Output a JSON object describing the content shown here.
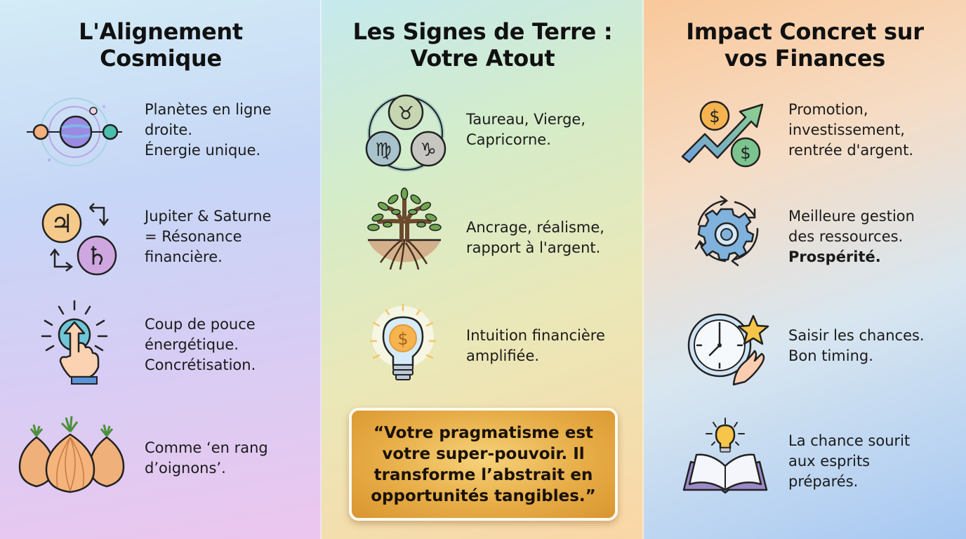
{
  "columns": [
    {
      "id": "alignement",
      "title_lines": [
        "L'Alignement",
        "Cosmique"
      ],
      "background_colors": [
        "#d3ecf6",
        "#c6d6f6",
        "#d7cdf4",
        "#ecc6ee"
      ],
      "items": [
        {
          "icon": "planets-aligned-icon",
          "lines": [
            "Planètes en ligne",
            "droite.",
            "Énergie unique."
          ]
        },
        {
          "icon": "jupiter-saturn-icon",
          "lines": [
            "Jupiter & Saturne",
            "= Résonance",
            "financière."
          ]
        },
        {
          "icon": "finger-press-icon",
          "lines": [
            "Coup de pouce",
            "énergétique.",
            "Concrétisation."
          ]
        },
        {
          "icon": "onions-icon",
          "lines": [
            "Comme ‘en rang",
            "d’oignons’."
          ]
        }
      ]
    },
    {
      "id": "signes-terre",
      "title_lines": [
        "Les Signes de Terre :",
        "Votre Atout"
      ],
      "background_colors": [
        "#c5e9ee",
        "#d4ecc9",
        "#eae8b8",
        "#fbd6a6"
      ],
      "items": [
        {
          "icon": "earth-signs-icon",
          "glyphs": [
            "♉",
            "♍",
            "♑"
          ],
          "lines": [
            "Taureau, Vierge,",
            "Capricorne."
          ]
        },
        {
          "icon": "tree-roots-icon",
          "lines": [
            "Ancrage, réalisme,",
            "rapport à l'argent."
          ]
        },
        {
          "icon": "money-lightbulb-icon",
          "lines": [
            "Intuition financière",
            "amplifiée."
          ]
        }
      ],
      "quote": {
        "lines": [
          "“Votre pragmatisme est",
          "votre super-pouvoir. Il",
          "transforme l’abstrait en",
          "opportunités tangibles.”"
        ],
        "color": "#e7ad47"
      }
    },
    {
      "id": "impact",
      "title_lines": [
        "Impact Concret sur",
        "vos Finances"
      ],
      "background_colors": [
        "#f9c89a",
        "#f6dcc4",
        "#d8e6f0",
        "#a7c8f2"
      ],
      "items": [
        {
          "icon": "money-growth-arrow-icon",
          "lines": [
            "Promotion,",
            "investissement,",
            "rentrée d'argent."
          ]
        },
        {
          "icon": "gear-cycle-icon",
          "lines": [
            "Meilleure gestion",
            "des ressources."
          ],
          "bold_line": "Prospérité."
        },
        {
          "icon": "clock-star-icon",
          "lines": [
            "Saisir les chances.",
            "Bon timing."
          ]
        },
        {
          "icon": "book-lightbulb-icon",
          "lines": [
            "La chance sourit",
            "aux esprits",
            "préparés."
          ]
        }
      ]
    }
  ],
  "symbols": {
    "dollar": "$",
    "jupiter": "♃",
    "saturn": "♄"
  }
}
